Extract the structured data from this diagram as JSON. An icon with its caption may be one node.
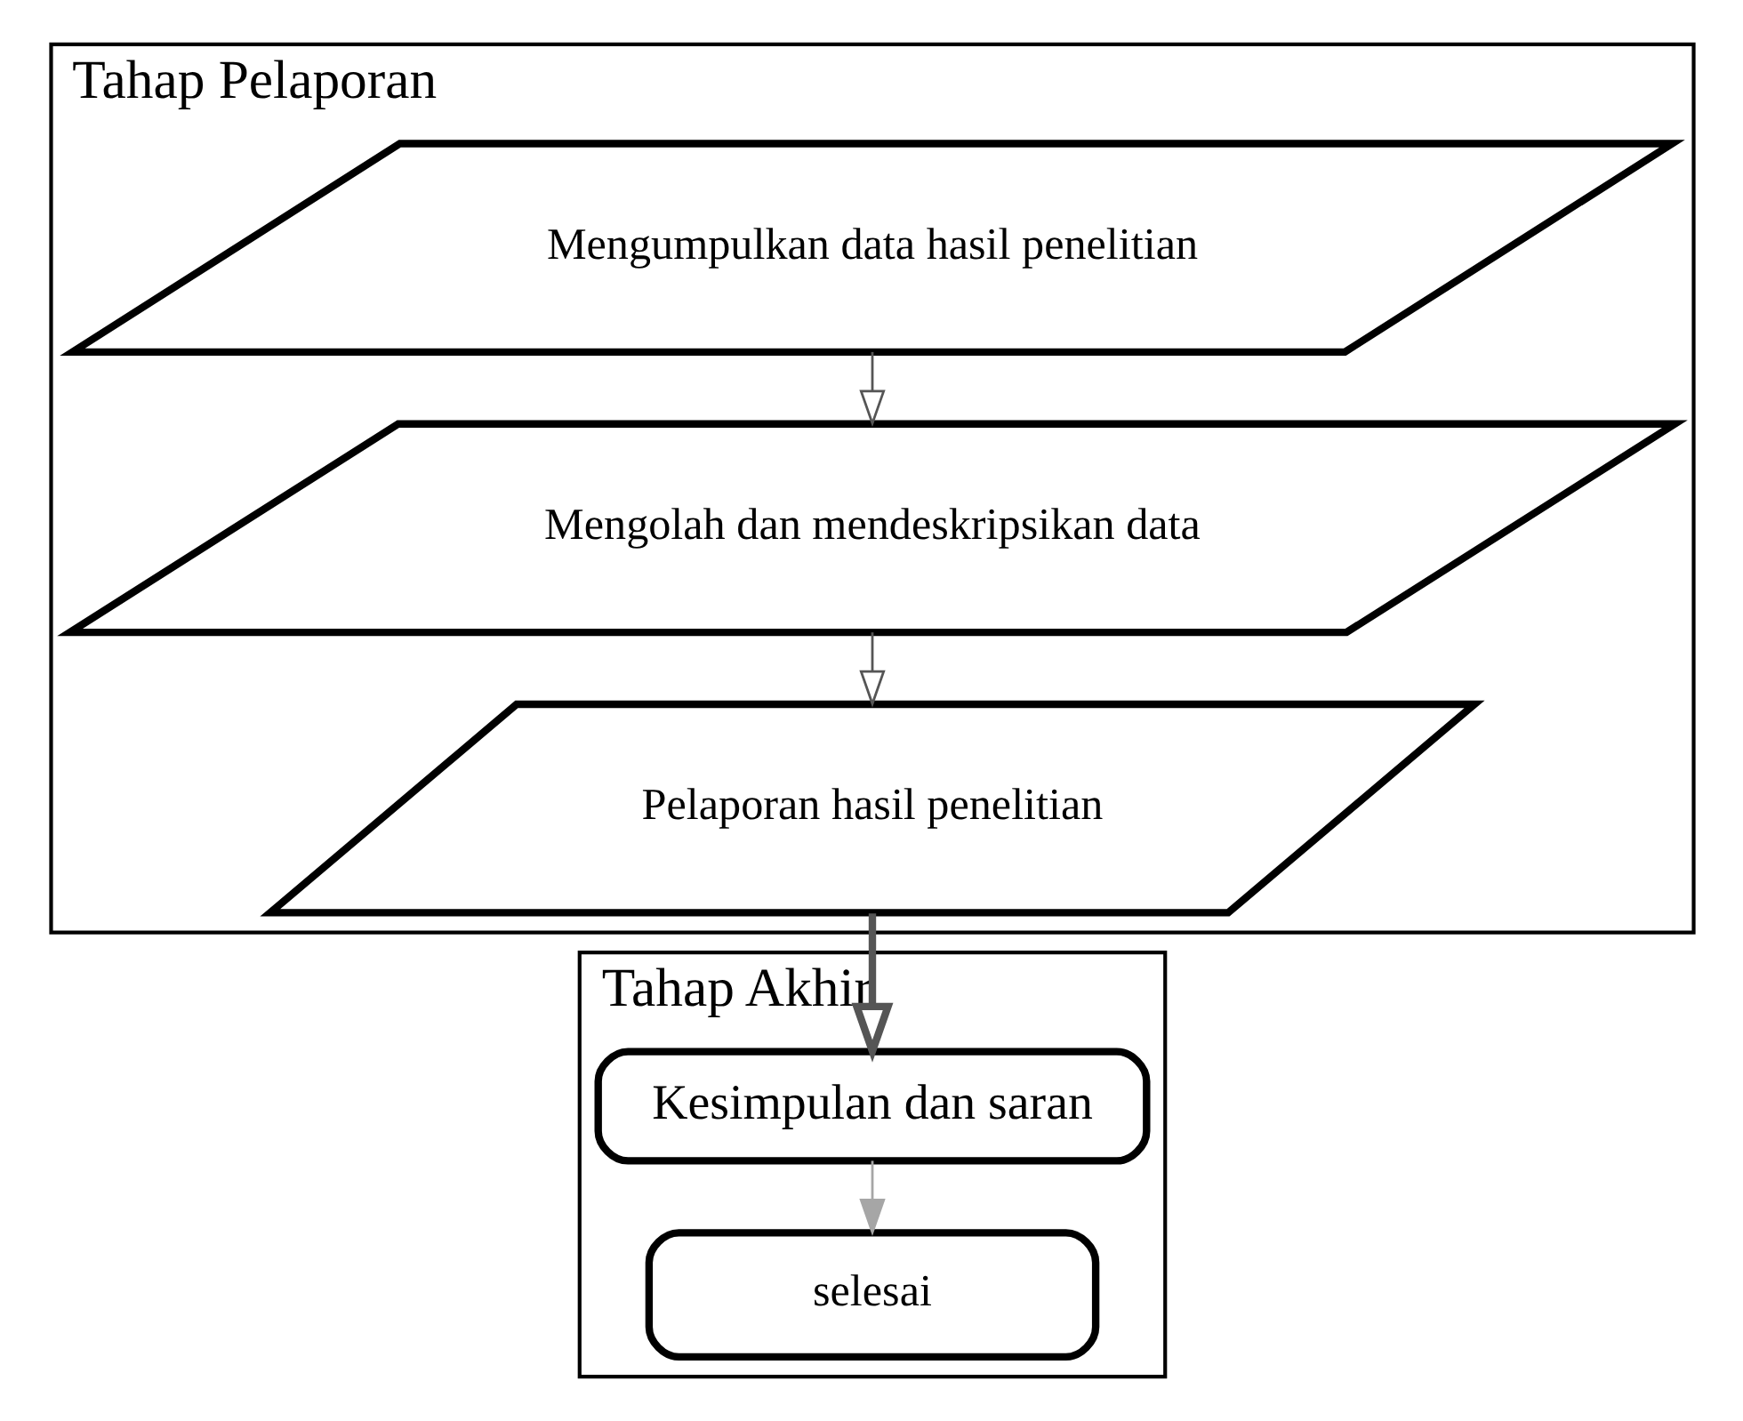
{
  "diagram": {
    "nodes": [
      {
        "text": [
          "Tahap Pelaporan"
        ]
      },
      {
        "text": [
          "Mengumpulkan data hasil penelitian"
        ],
        "in": 0
      },
      {
        "text": [
          "Mengolah dan mendeskripsikan data"
        ],
        "in": 0
      },
      {
        "text": [
          "Pelaporan hasil penelitian"
        ],
        "in": 0
      },
      {
        "text": [
          "Tahap Akhir"
        ]
      },
      {
        "text": [
          "Kesimpulan dan saran"
        ],
        "in": 4
      },
      {
        "text": [
          "selesai"
        ],
        "in": 4
      }
    ],
    "edges": [
      {
        "from": 1,
        "to": 2,
        "arrow": "to"
      },
      {
        "from": 2,
        "to": 3,
        "arrow": "to"
      },
      {
        "from": 3,
        "to": 5,
        "arrow": "to",
        "style": "thick"
      },
      {
        "from": 5,
        "to": 6,
        "arrow": "to",
        "color": "#a6a6a6"
      }
    ]
  }
}
